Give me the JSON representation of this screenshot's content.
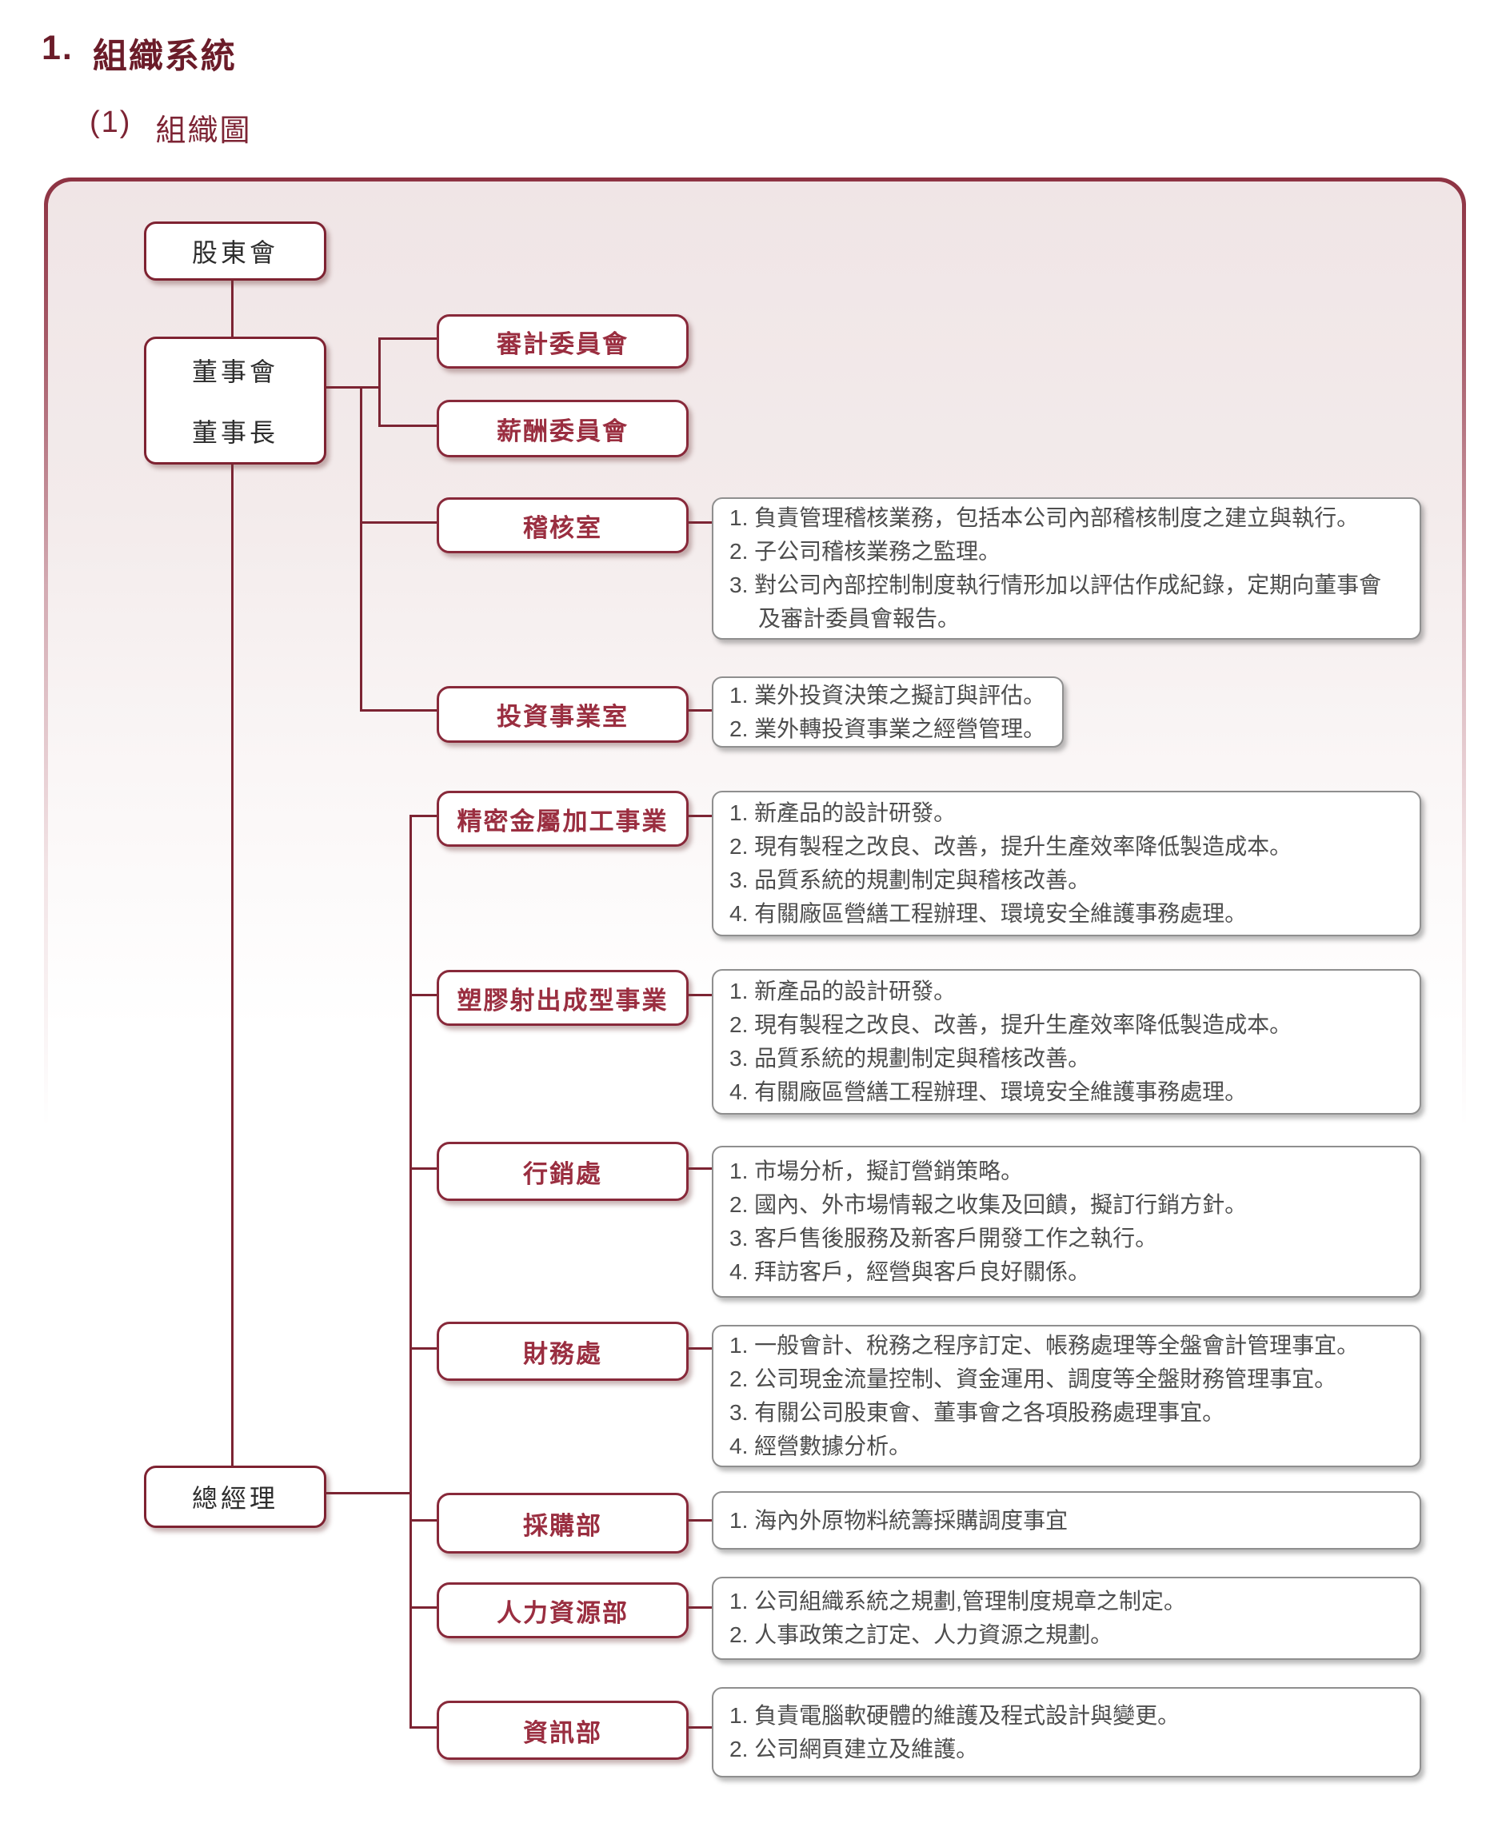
{
  "page": {
    "heading_num": "1.",
    "heading": "組織系統",
    "subheading_num": "(1)",
    "subheading": "組織圖"
  },
  "colors": {
    "accent_maroon": "#7c2433",
    "unit_label_red": "#9a2e40",
    "desc_text_gray": "#4d4d4d",
    "desc_border_gray": "#8f8f8f",
    "canvas_top_tint": "#f0e5e6"
  },
  "org": {
    "shareholders": "股東會",
    "board_line1": "董事會",
    "board_line2": "董事長",
    "general_manager": "總經理",
    "committees": [
      {
        "label": "審計委員會"
      },
      {
        "label": "薪酬委員會"
      }
    ],
    "units": [
      {
        "name": "稽核室",
        "duties": [
          "1. 負責管理稽核業務，包括本公司內部稽核制度之建立與執行。",
          "2. 子公司稽核業務之監理。",
          "3. 對公司內部控制制度執行情形加以評估作成紀錄，定期向董事會及審計委員會報告。"
        ]
      },
      {
        "name": "投資事業室",
        "duties": [
          "1. 業外投資決策之擬訂與評估。",
          "2. 業外轉投資事業之經營管理。"
        ]
      },
      {
        "name": "精密金屬加工事業",
        "duties": [
          "1. 新產品的設計研發。",
          "2. 現有製程之改良、改善，提升生產效率降低製造成本。",
          "3. 品質系統的規劃制定與稽核改善。",
          "4. 有關廠區營繕工程辦理、環境安全維護事務處理。"
        ]
      },
      {
        "name": "塑膠射出成型事業",
        "duties": [
          "1. 新產品的設計研發。",
          "2. 現有製程之改良、改善，提升生產效率降低製造成本。",
          "3. 品質系統的規劃制定與稽核改善。",
          "4. 有關廠區營繕工程辦理、環境安全維護事務處理。"
        ]
      },
      {
        "name": "行銷處",
        "duties": [
          "1. 市場分析，擬訂營銷策略。",
          "2. 國內、外市場情報之收集及回饋，擬訂行銷方針。",
          "3. 客戶售後服務及新客戶開發工作之執行。",
          "4. 拜訪客戶，經營與客戶良好關係。"
        ]
      },
      {
        "name": "財務處",
        "duties": [
          "1. 一般會計、稅務之程序訂定、帳務處理等全盤會計管理事宜。",
          "2. 公司現金流量控制、資金運用、調度等全盤財務管理事宜。",
          "3. 有關公司股東會、董事會之各項股務處理事宜。",
          "4. 經營數據分析。"
        ]
      },
      {
        "name": "採購部",
        "duties": [
          "1. 海內外原物料統籌採購調度事宜"
        ]
      },
      {
        "name": "人力資源部",
        "duties": [
          "1. 公司組織系統之規劃,管理制度規章之制定。",
          "2. 人事政策之訂定、人力資源之規劃。"
        ]
      },
      {
        "name": "資訊部",
        "duties": [
          "1. 負責電腦軟硬體的維護及程式設計與變更。",
          "2. 公司網頁建立及維護。"
        ]
      }
    ]
  }
}
